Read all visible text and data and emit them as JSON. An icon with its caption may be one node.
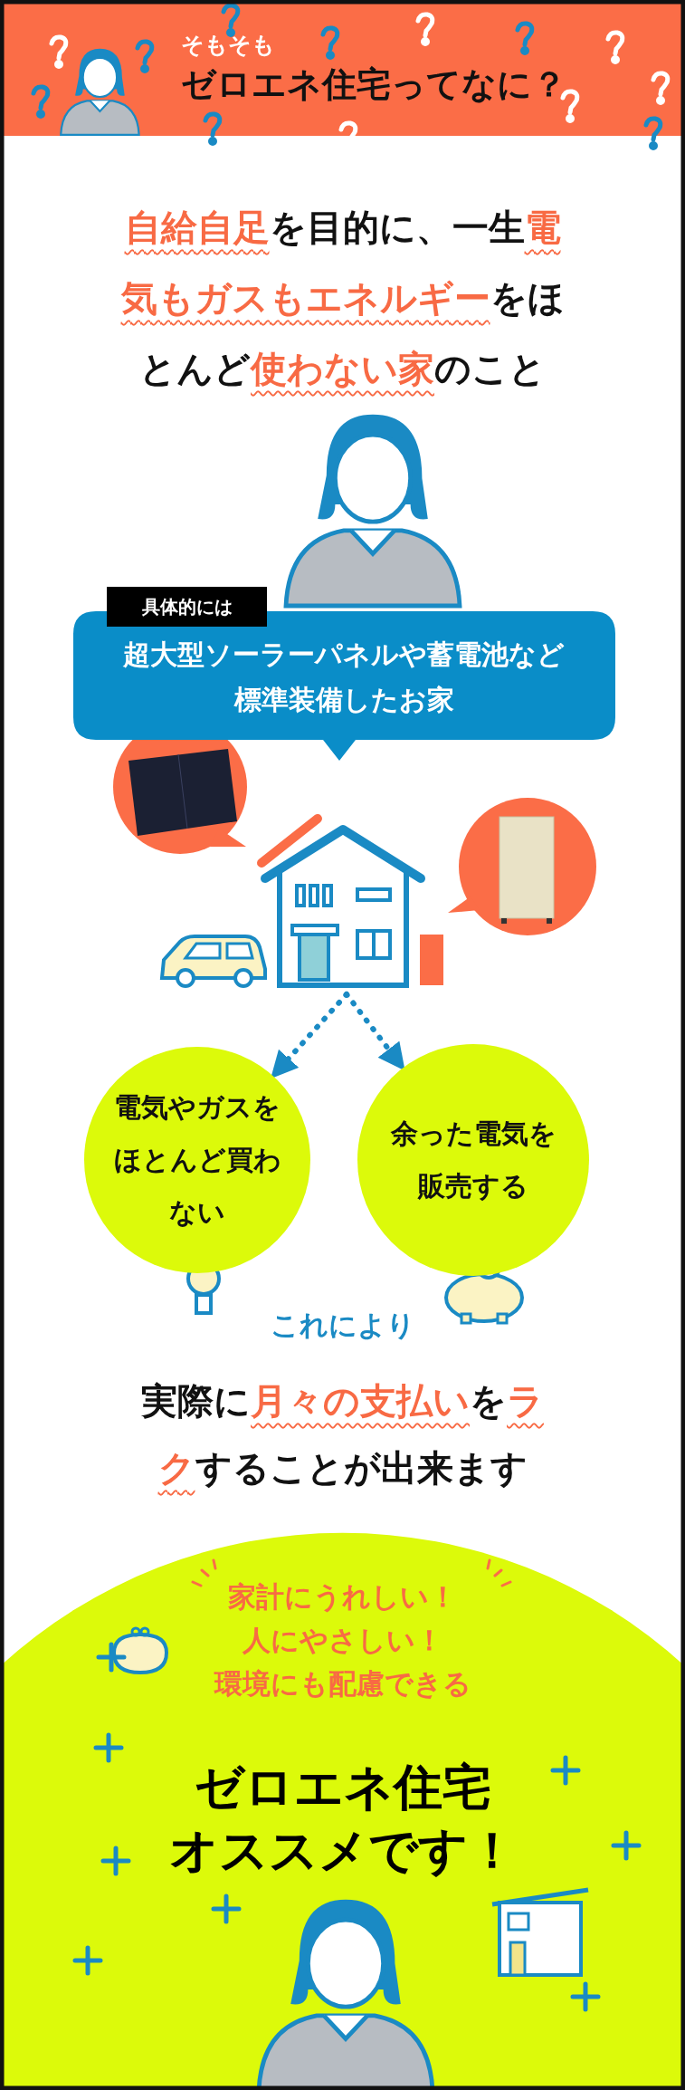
{
  "diagram": {
    "title": "ゼロエネ住宅ってなに？",
    "nodes": [
      {
        "text": [
          "具体的には",
          "超大型ソーラーパネルや蓄電池など標準装備したお家"
        ]
      },
      {
        "text": [],
        "shape": "picture"
      },
      {
        "text": [
          "電気やガスをほとんど買わない"
        ]
      },
      {
        "text": [
          "余った電気を販売する"
        ]
      }
    ],
    "edges": [
      {
        "from": 1,
        "to": 2,
        "arrow": "to",
        "style": "dashed"
      },
      {
        "from": 1,
        "to": 3,
        "arrow": "to",
        "style": "dashed"
      }
    ],
    "labels": [
      "そもそも",
      "**自給自足**を目的に、一生**電気もガスもエネルギー**をほとんど**使わない家**のこと",
      "これにより",
      "実際に**月々の支払い**を**ラク**することが出来ます",
      "家計にうれしい！",
      "人にやさしい！",
      "環境にも配慮できる",
      "ゼロエネ住宅",
      "オススメです！"
    ]
  }
}
